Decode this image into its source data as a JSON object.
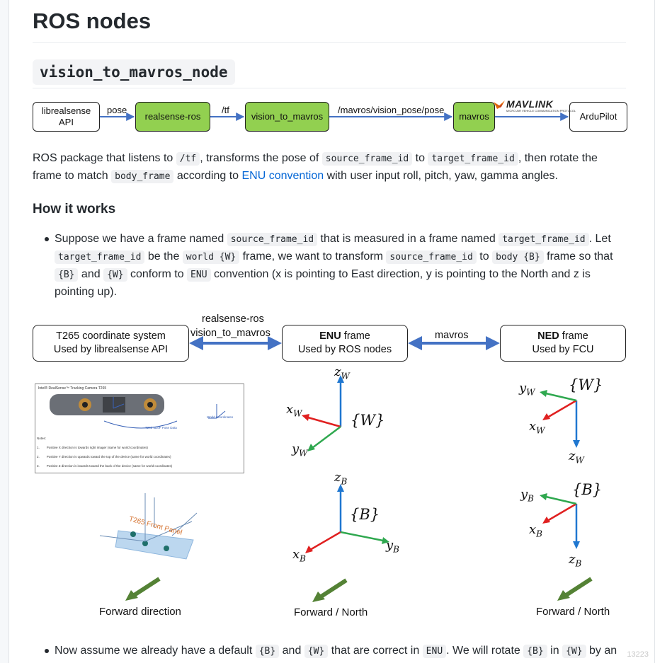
{
  "page": {
    "title": "ROS nodes",
    "section_title": "vision_to_mavros_node"
  },
  "pipeline": {
    "boxes": [
      "librealsense API",
      "realsense-ros",
      "vision_to_mavros",
      "mavros",
      "ArduPilot"
    ],
    "arrows": [
      "pose",
      "/tf",
      "/mavros/vision_pose/pose"
    ],
    "logo_text": "MAVLINK",
    "logo_subtext": "MICRO AIR VEHICLE COMMUNICATION PROTOCOL"
  },
  "intro": {
    "t1": "ROS package that listens to ",
    "c1": "/tf",
    "t2": ", transforms the pose of ",
    "c2": "source_frame_id",
    "t3": " to ",
    "c3": "target_frame_id",
    "t4": ", then rotate the frame to match ",
    "c4": "body_frame",
    "t5": " according to ",
    "link": "ENU convention",
    "t6": " with user input roll, pitch, yaw, gamma angles."
  },
  "how_it_works": {
    "heading": "How it works",
    "b1": {
      "t1": "Suppose we have a frame named ",
      "c1": "source_frame_id",
      "t2": " that is measured in a frame named ",
      "c2": "target_frame_id",
      "t3": ". Let ",
      "c3": "target_frame_id",
      "t4": " be the ",
      "c4": "world {W}",
      "t5": " frame, we want to transform ",
      "c5": "source_frame_id",
      "t6": " to ",
      "c6": "body {B}",
      "t7": " frame so that ",
      "c7": "{B}",
      "t8": " and ",
      "c8": "{W}",
      "t9": " conform to ",
      "c9": "ENU",
      "t10": " convention (x is pointing to East direction, y is pointing to the North and z is pointing up)."
    },
    "b2": {
      "t1": "Now assume we already have a default ",
      "c1": "{B}",
      "t2": " and ",
      "c2": "{W}",
      "t3": " that are correct in ",
      "c3": "ENU",
      "t4": ". We will rotate ",
      "c4": "{B}",
      "t5": " in ",
      "c5": "{W}",
      "t6": " by an"
    }
  },
  "frames": {
    "t265_line1": "T265 coordinate system",
    "t265_line2": "Used by librealsense API",
    "arrow1_line1": "realsense-ros",
    "arrow1_line2": "vision_to_mavros",
    "enu_bold": "ENU",
    "enu_rest": " frame",
    "enu_line2": "Used by ROS nodes",
    "arrow2": "mavros",
    "ned_bold": "NED",
    "ned_rest": " frame",
    "ned_line2": "Used by FCU"
  },
  "t265_image": {
    "title": "Intel® RealSense™ Tracking Camera T265",
    "pose_label": "T265 6DoF Pose Data",
    "world_label": "World Coordinates",
    "notes_heading": "Notes:",
    "notes": [
      "Positive X direction is towards right imager (same for world coordinates)",
      "Positive Y direction is upwards toward the top of the device (same for world coordinates)",
      "Positive Z direction is inwards toward the back of the device (same for world coordinates)"
    ],
    "front_panel": "T265 Front Panel"
  },
  "axes": {
    "w_frame": "{W}",
    "b_frame": "{B}",
    "x": "x",
    "y": "y",
    "z": "z",
    "sub_w": "W",
    "sub_b": "B"
  },
  "captions": {
    "c1": "Forward direction",
    "c2": "Forward / North",
    "c3": "Forward / North"
  },
  "watermark": "13223"
}
